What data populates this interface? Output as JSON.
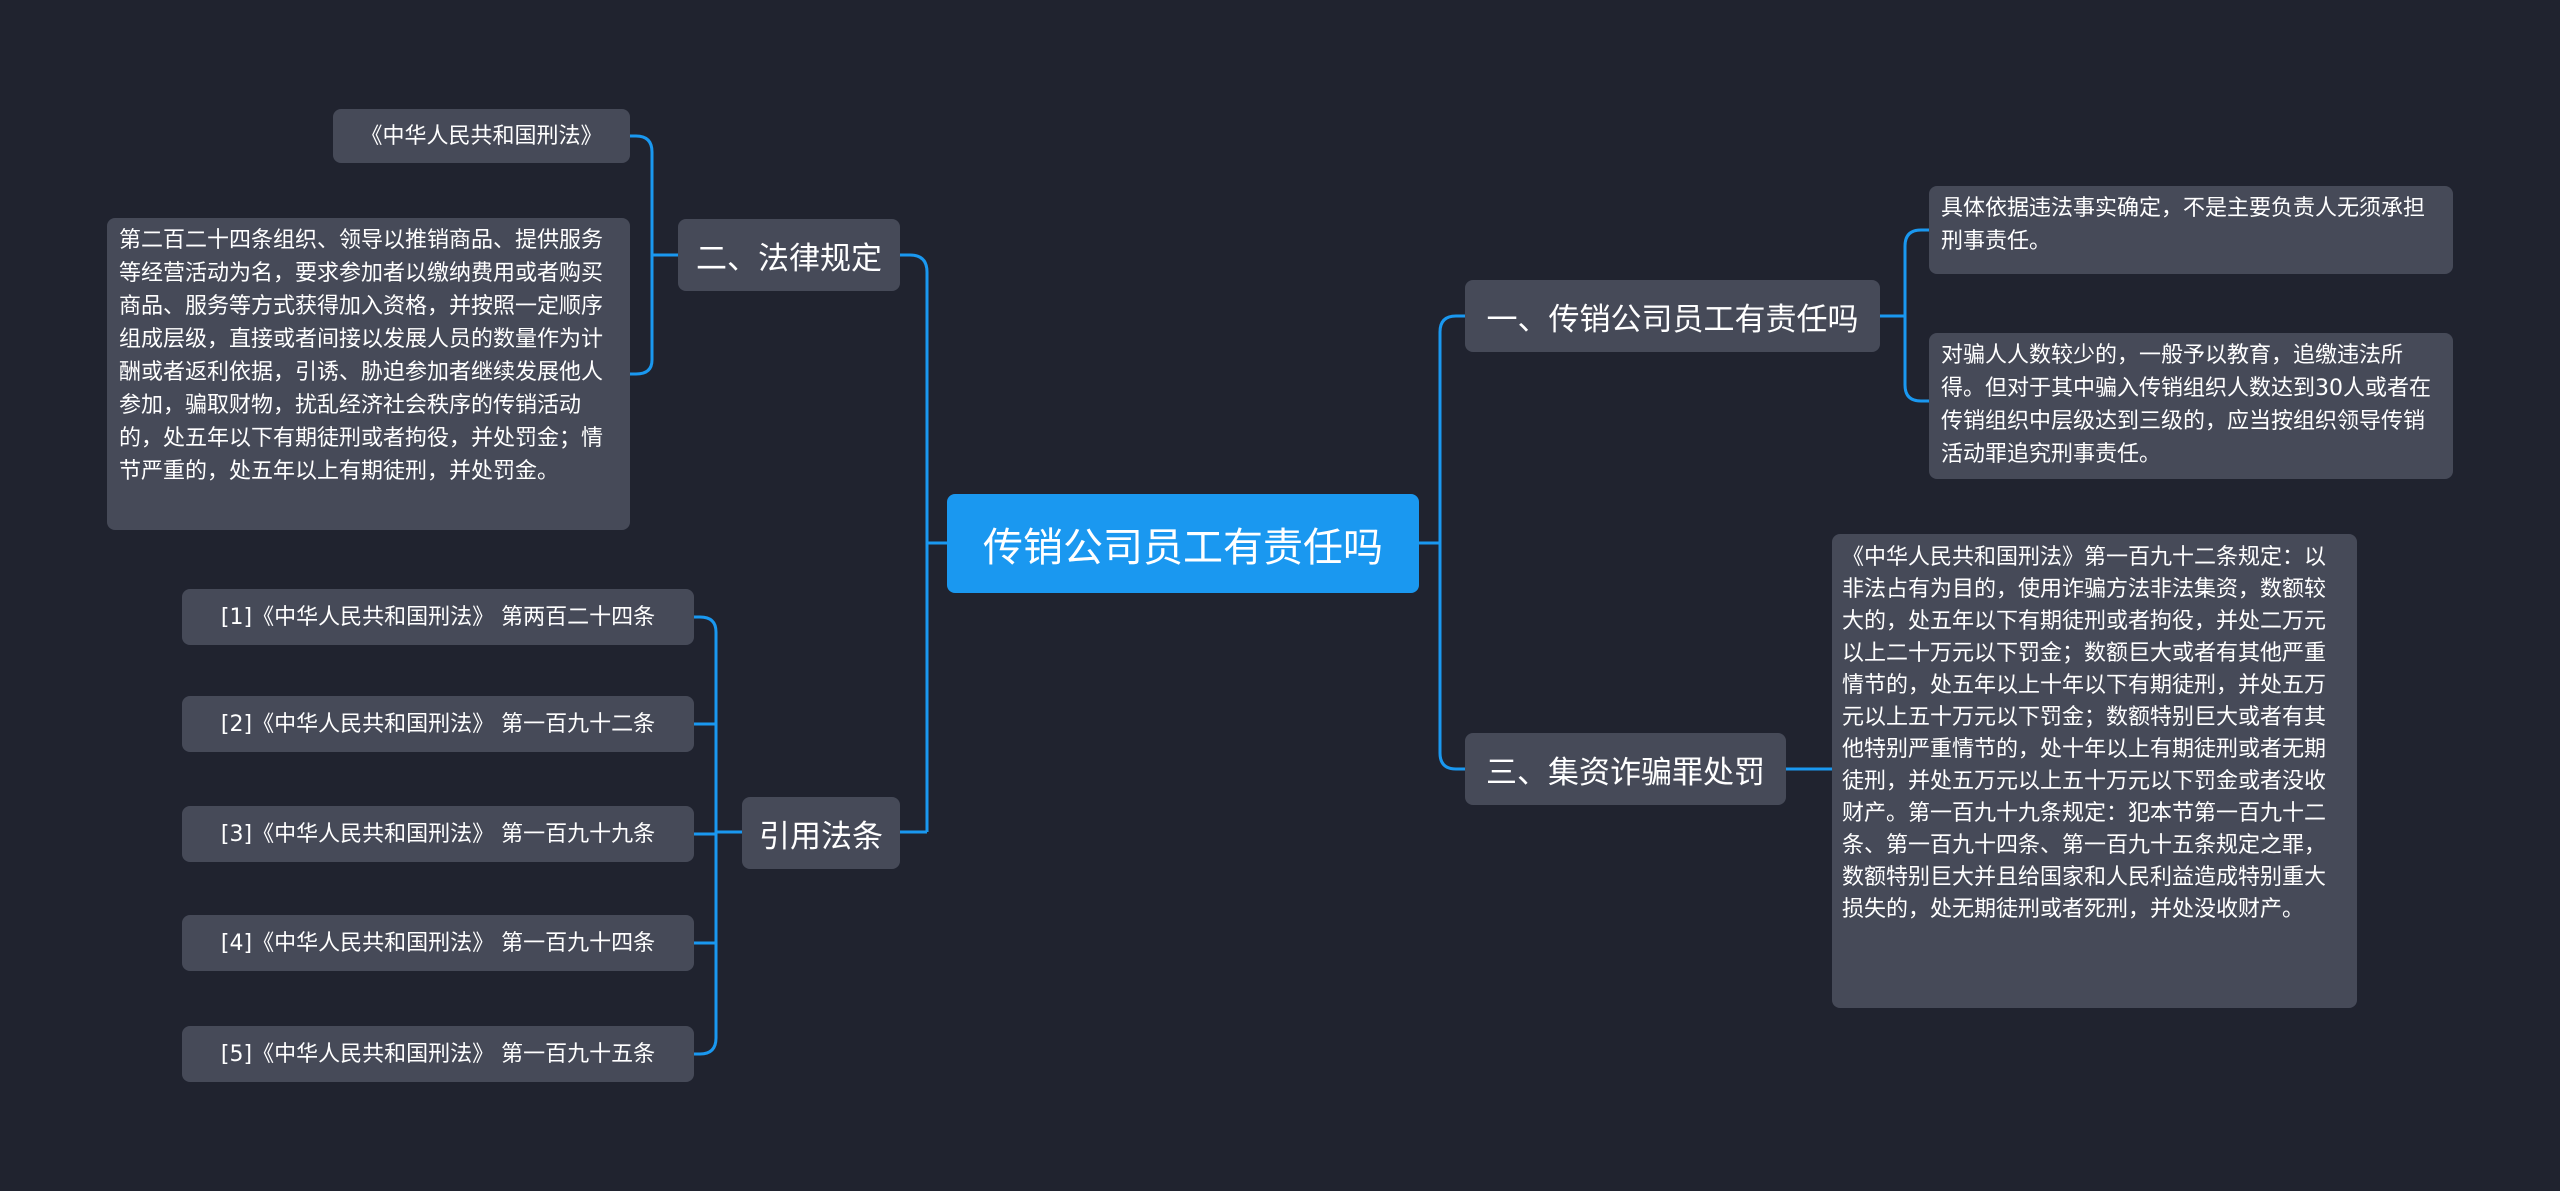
{
  "root": {
    "label": "传销公司员工有责任吗"
  },
  "branches": {
    "legal": {
      "label": "二、法律规定",
      "leaves": [
        "《中华人民共和国刑法》",
        "第二百二十四条组织、领导以推销商品、提供服务等经营活动为名，要求参加者以缴纳费用或者购买商品、服务等方式获得加入资格，并按照一定顺序组成层级，直接或者间接以发展人员的数量作为计酬或者返利依据，引诱、胁迫参加者继续发展他人参加，骗取财物，扰乱经济社会秩序的传销活动的，处五年以下有期徒刑或者拘役，并处罚金；情节严重的，处五年以上有期徒刑，并处罚金。"
      ]
    },
    "citations": {
      "label": "引用法条",
      "leaves": [
        "[1]《中华人民共和国刑法》 第两百二十四条",
        "[2]《中华人民共和国刑法》 第一百九十二条",
        "[3]《中华人民共和国刑法》 第一百九十九条",
        "[4]《中华人民共和国刑法》 第一百九十四条",
        "[5]《中华人民共和国刑法》 第一百九十五条"
      ]
    },
    "responsibility": {
      "label": "一、传销公司员工有责任吗",
      "leaves": [
        "具体依据违法事实确定，不是主要负责人无须承担刑事责任。",
        "对骗人人数较少的，一般予以教育，追缴违法所得。但对于其中骗入传销组织人数达到30人或者在传销组织中层级达到三级的，应当按组织领导传销活动罪追究刑事责任。"
      ]
    },
    "fraud": {
      "label": "三、集资诈骗罪处罚",
      "leaves": [
        "《中华人民共和国刑法》第一百九十二条规定：以非法占有为目的，使用诈骗方法非法集资，数额较大的，处五年以下有期徒刑或者拘役，并处二万元以上二十万元以下罚金；数额巨大或者有其他严重情节的，处五年以上十年以下有期徒刑，并处五万元以上五十万元以下罚金；数额特别巨大或者有其他特别严重情节的，处十年以上有期徒刑或者无期徒刑，并处五万元以上五十万元以下罚金或者没收财产。第一百九十九条规定：犯本节第一百九十二条、第一百九十四条、第一百九十五条规定之罪，数额特别巨大并且给国家和人民利益造成特别重大损失的，处无期徒刑或者死刑，并处没收财产。"
      ]
    }
  },
  "colors": {
    "background": "#20232f",
    "root": "#1a98f0",
    "node": "#464a58",
    "connector": "#1a98f0",
    "text": "#ffffff"
  }
}
